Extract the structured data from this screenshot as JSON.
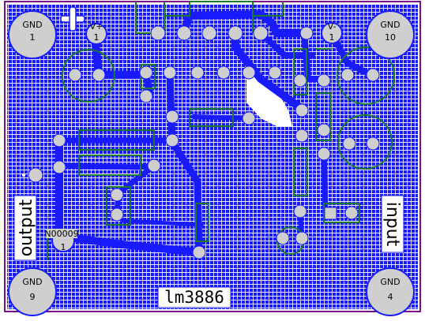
{
  "colors": {
    "copper": "#1a1aff",
    "grid": "#ffffff",
    "board_outline": "#7a0f8a",
    "silkscreen": "#1c7a2c",
    "pad": "#cfcfcf",
    "label_bg": "#ffffff"
  },
  "mounting_holes": [
    {
      "name": "GND",
      "num": "1"
    },
    {
      "name": "GND",
      "num": "10"
    },
    {
      "name": "GND",
      "num": "9"
    },
    {
      "name": "GND",
      "num": "4"
    }
  ],
  "supply_terminals": [
    {
      "name": "V+",
      "num": "1"
    },
    {
      "name": "V-",
      "num": "1"
    }
  ],
  "net_label": {
    "name": "N00009",
    "num": "1"
  },
  "connectors": {
    "output": "output",
    "input": "input"
  },
  "chip_label": "lm3886"
}
